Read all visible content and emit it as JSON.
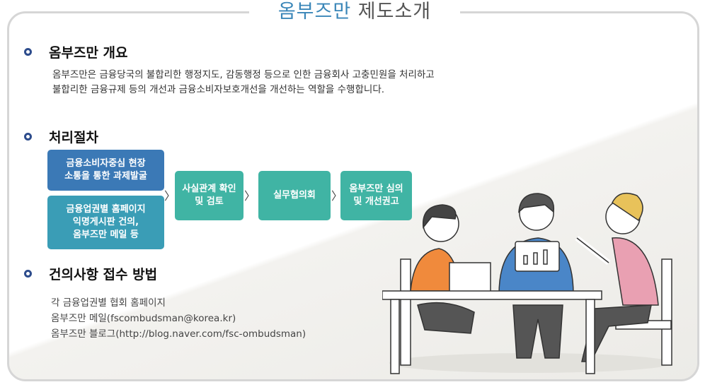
{
  "title": {
    "accent": "옴부즈만",
    "rest": " 제도소개"
  },
  "overview": {
    "heading": "옴부즈만 개요",
    "lines": [
      "옴부즈만은 금융당국의 불합리한 행정지도, 감동행정 등으로 인한 금융회사 고충민원을 처리하고",
      "불합리한 금융규제 등의 개선과 금융소비자보호개선을 개선하는 역할을 수행합니다."
    ]
  },
  "process": {
    "heading": "처리절차",
    "sources": [
      {
        "lines": [
          "금융소비자중심 현장",
          "소통을 통한 과제발굴"
        ],
        "color": "#3b79b6"
      },
      {
        "lines": [
          "금융업권별 홈페이지",
          "익명게시판 건의,",
          "옴부즈만 메일 등"
        ],
        "color": "#3a9db6"
      }
    ],
    "steps": [
      {
        "lines": [
          "사실관계 확인",
          "및 검토"
        ]
      },
      {
        "lines": [
          "실무협의회"
        ]
      },
      {
        "lines": [
          "옴부즈만 심의",
          "및 개선권고"
        ]
      }
    ],
    "step_color": "#40b4a4",
    "arrow": "〉"
  },
  "channels": {
    "heading": "건의사항 접수 방법",
    "items": [
      "각 금융업권별 협회 홈페이지",
      "옴부즈만 메일(fscombudsman@korea.kr)",
      "옴부즈만 블로그(http://blog.naver.com/fsc-ombudsman)"
    ]
  }
}
